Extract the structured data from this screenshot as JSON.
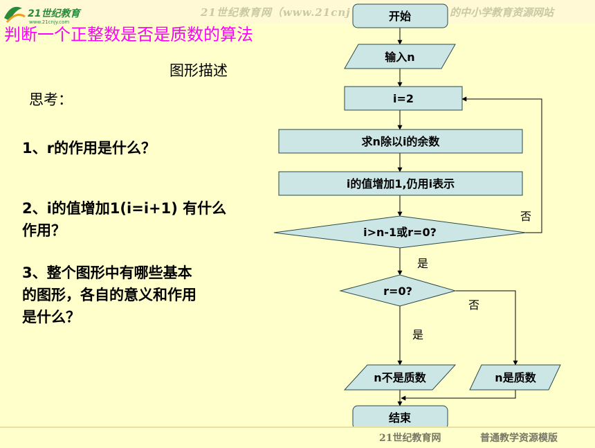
{
  "header": {
    "logo_text": "21世纪教育",
    "logo_url": "www.21cnjy.com",
    "site_left": "21世纪教育网（www.21cnj",
    "site_right": "的中小学教育资源网站"
  },
  "title": "判断一个正整数是否是质数的算法",
  "subtitle": "图形描述",
  "think_label": "思考：",
  "questions": {
    "q1": "1、r的作用是什么？",
    "q2": "2、i的值增加1(i=i+1) 有什么作用？",
    "q3": "3、整个图形中有哪些基本的图形，各自的意义和作用是什么？"
  },
  "flowchart": {
    "start": "开始",
    "input": "输入n",
    "init": "i=2",
    "remainder": "求n除以i的余数",
    "increment": "i的值增加1,仍用i表示",
    "cond1": "i>n-1或r=0?",
    "cond2": "r=0?",
    "out_not_prime": "n不是质数",
    "out_prime": "n是质数",
    "end": "结束",
    "label_no_1": "否",
    "label_yes_1": "是",
    "label_no_2": "否",
    "label_yes_2": "是"
  },
  "footer": {
    "left": "21世纪教育网",
    "right": "普通教学资源模版"
  },
  "colors": {
    "background": "#ffffcc",
    "node_fill": "#cce6e6",
    "title": "#ff00ff"
  }
}
